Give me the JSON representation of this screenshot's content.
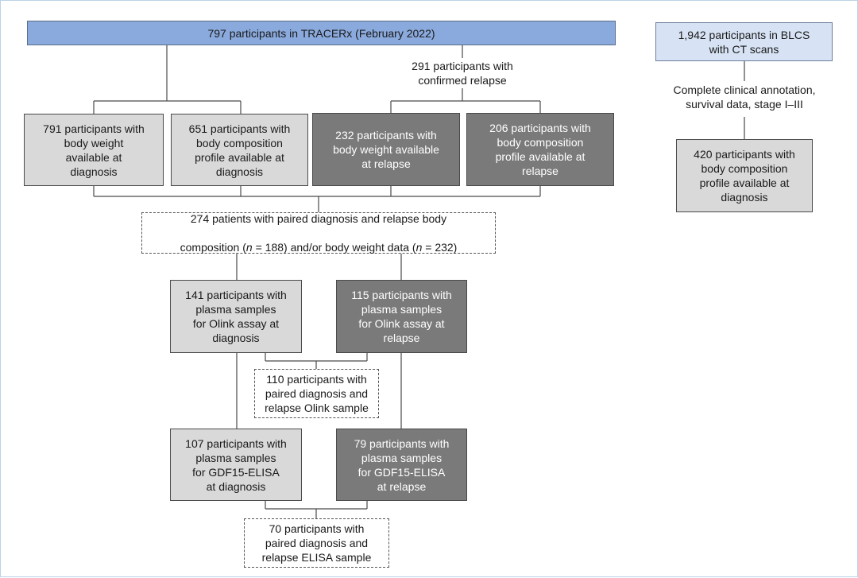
{
  "flowchart": {
    "top_box": "797 participants in TRACERx (February 2022)",
    "relapse_note": "291 participants with\nconfirmed relapse",
    "diag_weight": "791 participants with\nbody weight\navailable at\ndiagnosis",
    "diag_composition": "651 participants with\nbody composition\nprofile available at\ndiagnosis",
    "relapse_weight": "232 participants with\nbody weight available\nat relapse",
    "relapse_composition": "206 participants with\nbody composition\nprofile available at\nrelapse",
    "paired_line1": "274 patients with paired diagnosis and relapse body",
    "paired_line2_a": "composition (",
    "paired_n1": "n",
    "paired_line2_b": " = 188) and/or body weight data (",
    "paired_n2": "n",
    "paired_line2_c": " = 232)",
    "olink_diag": "141 participants with\nplasma samples\nfor Olink assay at\ndiagnosis",
    "olink_relapse": "115 participants with\nplasma samples\nfor Olink assay at\nrelapse",
    "olink_paired": "110 participants with\npaired diagnosis and\nrelapse Olink sample",
    "elisa_diag": "107 participants with\nplasma samples\nfor GDF15-ELISA\nat diagnosis",
    "elisa_relapse": "79 participants with\nplasma samples\nfor GDF15-ELISA\nat relapse",
    "elisa_paired": "70 participants with\npaired diagnosis and\nrelapse ELISA sample",
    "blcs_box": "1,942 participants in BLCS\nwith CT scans",
    "blcs_note": "Complete clinical annotation,\nsurvival data, stage I–III",
    "blcs_composition": "420 participants with\nbody composition\nprofile available at\ndiagnosis"
  },
  "colors": {
    "light_box": "#d9d9d9",
    "dark_box": "#7a7a7a",
    "top_box": "#8aaadd",
    "blcs_box": "#d7e3f4"
  }
}
